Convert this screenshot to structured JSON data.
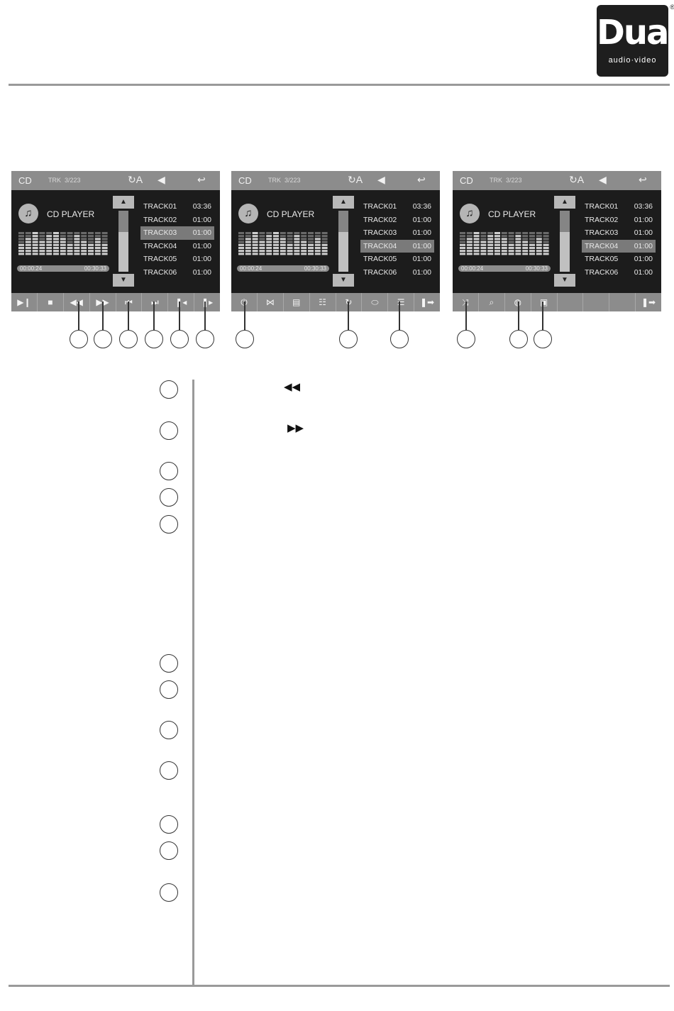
{
  "brand": {
    "name": "Dual",
    "tagline": "audio·video",
    "registered": "®"
  },
  "screens": [
    {
      "mode": "CD",
      "trk_label": "TRK",
      "trk_value": "3/223",
      "player_label": "CD PLAYER",
      "time_elapsed": "00:00:24",
      "time_total": "00:30:33",
      "highlight": 2,
      "tracks": [
        {
          "name": "TRACK01",
          "dur": "03:36"
        },
        {
          "name": "TRACK02",
          "dur": "01:00"
        },
        {
          "name": "TRACK03",
          "dur": "01:00"
        },
        {
          "name": "TRACK04",
          "dur": "01:00"
        },
        {
          "name": "TRACK05",
          "dur": "01:00"
        },
        {
          "name": "TRACK06",
          "dur": "01:00"
        }
      ],
      "buttons": [
        {
          "icon": "play-pause-icon",
          "glyph": "▶❙"
        },
        {
          "icon": "stop-icon",
          "glyph": "■"
        },
        {
          "icon": "rewind-icon",
          "glyph": "◀◀"
        },
        {
          "icon": "fast-forward-icon",
          "glyph": "▶▶"
        },
        {
          "icon": "previous-track-icon",
          "glyph": "⏮"
        },
        {
          "icon": "next-track-icon",
          "glyph": "⏭"
        },
        {
          "icon": "step-back-icon",
          "glyph": "❚◂"
        },
        {
          "icon": "step-forward-icon",
          "glyph": "❚▸"
        }
      ]
    },
    {
      "mode": "CD",
      "trk_label": "TRK",
      "trk_value": "3/223",
      "player_label": "CD PLAYER",
      "time_elapsed": "00:00:24",
      "time_total": "00:30:33",
      "highlight": 3,
      "tracks": [
        {
          "name": "TRACK01",
          "dur": "03:36"
        },
        {
          "name": "TRACK02",
          "dur": "01:00"
        },
        {
          "name": "TRACK03",
          "dur": "01:00"
        },
        {
          "name": "TRACK04",
          "dur": "01:00"
        },
        {
          "name": "TRACK05",
          "dur": "01:00"
        },
        {
          "name": "TRACK06",
          "dur": "01:00"
        }
      ],
      "buttons": [
        {
          "icon": "power-icon",
          "glyph": "⏻"
        },
        {
          "icon": "bookmark-icon",
          "glyph": "⋈"
        },
        {
          "icon": "folder-icon",
          "glyph": "▤"
        },
        {
          "icon": "document-icon",
          "glyph": "☷"
        },
        {
          "icon": "repeat-icon",
          "glyph": "↻"
        },
        {
          "icon": "subtitle-icon",
          "glyph": "⬭"
        },
        {
          "icon": "list-icon",
          "glyph": "☰"
        },
        {
          "icon": "next-page-icon",
          "glyph": "❚➡"
        }
      ]
    },
    {
      "mode": "CD",
      "trk_label": "TRK",
      "trk_value": "3/223",
      "player_label": "CD PLAYER",
      "time_elapsed": "00:00:24",
      "time_total": "00:30:33",
      "highlight": 3,
      "tracks": [
        {
          "name": "TRACK01",
          "dur": "03:36"
        },
        {
          "name": "TRACK02",
          "dur": "01:00"
        },
        {
          "name": "TRACK03",
          "dur": "01:00"
        },
        {
          "name": "TRACK04",
          "dur": "01:00"
        },
        {
          "name": "TRACK05",
          "dur": "01:00"
        },
        {
          "name": "TRACK06",
          "dur": "01:00"
        }
      ],
      "buttons": [
        {
          "icon": "shuffle-icon",
          "glyph": "⤨"
        },
        {
          "icon": "search-icon",
          "glyph": "⌕"
        },
        {
          "icon": "globe-icon",
          "glyph": "◍"
        },
        {
          "icon": "display-icon",
          "glyph": "▣"
        },
        {
          "icon": "empty-slot-icon",
          "glyph": ""
        },
        {
          "icon": "empty-slot-icon",
          "glyph": ""
        },
        {
          "icon": "empty-slot-icon",
          "glyph": ""
        },
        {
          "icon": "next-page-icon",
          "glyph": "❚➡"
        }
      ]
    }
  ],
  "descriptions": {
    "rewind_glyph": "◀◀",
    "forward_glyph": "▶▶"
  }
}
